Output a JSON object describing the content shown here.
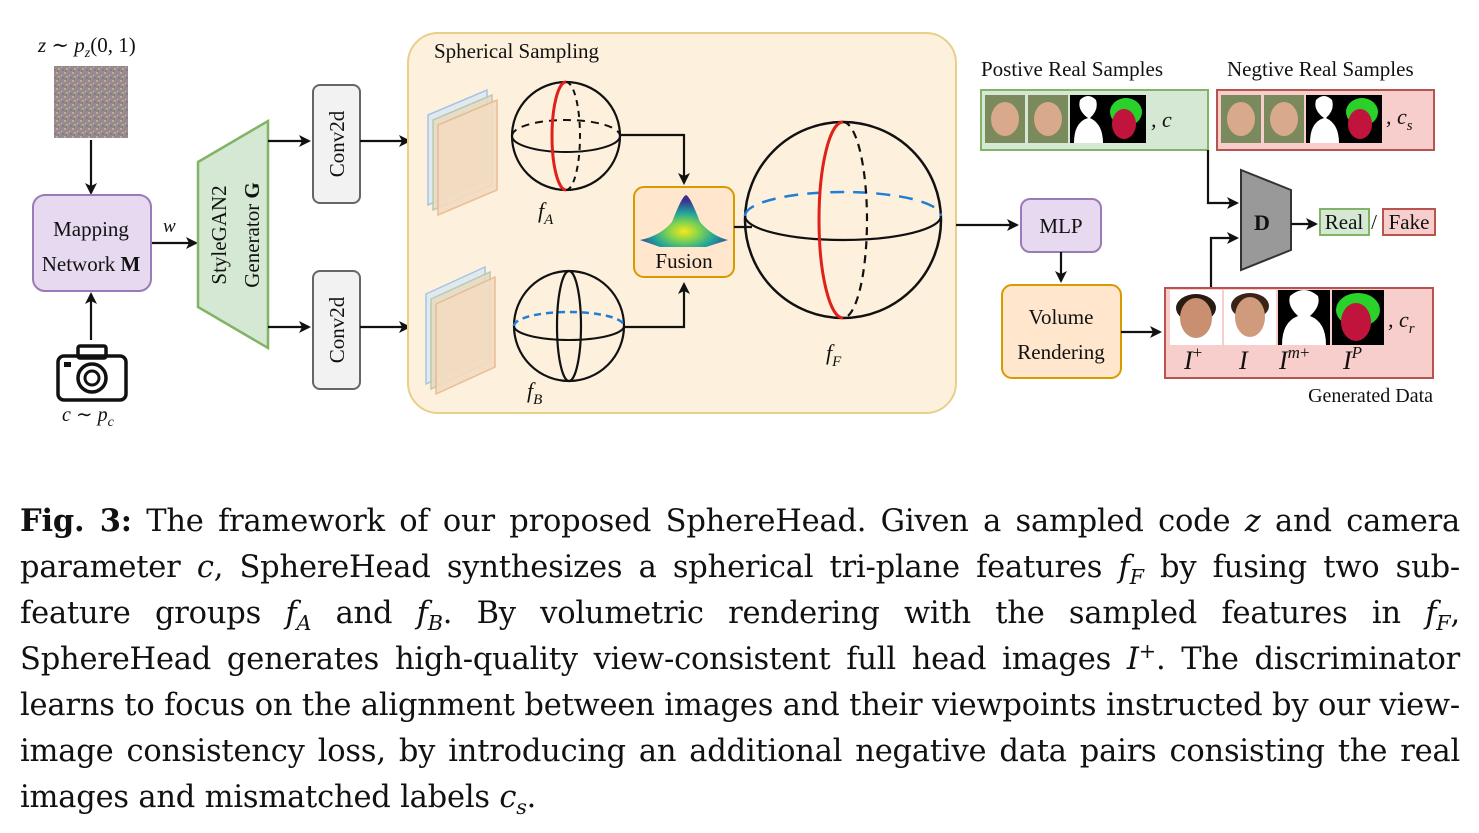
{
  "diagram": {
    "noise_label": "z ~ p_z(0,1)",
    "camera_label": "c ~ p_c",
    "mapping_line1": "Mapping",
    "mapping_line2": "Network M",
    "w_label": "w",
    "generator_line1": "StyleGAN2",
    "generator_line2": "Generator G",
    "conv_top": "Conv2d",
    "conv_bottom": "Conv2d",
    "spherical_sampling": "Spherical Sampling",
    "fA": "f_A",
    "fB": "f_B",
    "fusion": "Fusion",
    "fF": "f_F",
    "mlp": "MLP",
    "volume_line1": "Volume",
    "volume_line2": "Rendering",
    "positive_title": "Postive Real Samples",
    "negative_title": "Negtive Real Samples",
    "pos_cond": "c",
    "neg_cond": "c_s",
    "discriminator": "D",
    "real": "Real",
    "slash": "/",
    "fake": "Fake",
    "gen_labels": [
      "I+",
      "I",
      "Im+",
      "IP"
    ],
    "gen_cond": "c_r",
    "generated_data": "Generated Data"
  },
  "caption": {
    "label": "Fig. 3:",
    "text": "The framework of our proposed SphereHead. Given a sampled code z and camera parameter c, SphereHead synthesizes a spherical tri-plane features f_F by fusing two sub-feature groups f_A and f_B. By volumetric rendering with the sampled features in f_F, SphereHead generates high-quality view-consistent full head images I+. The discriminator learns to focus on the alignment between images and their viewpoints instructed by our view-image consistency loss, by introducing an additional negative data pairs consisting the real images and mismatched labels c_s."
  },
  "colors": {
    "purple_fill": "#e6d9f0",
    "purple_stroke": "#9b7bb5",
    "green_fill": "#d5e8d4",
    "green_stroke": "#82b366",
    "orange_fill": "#ffe6cc",
    "orange_stroke": "#d79b00",
    "sphere_panel_fill": "#fdf0dc",
    "sphere_panel_stroke": "#e8d08a",
    "red_fill": "#f8cecc",
    "red_stroke": "#b85450",
    "gray_fill": "#f2f2f2",
    "gray_stroke": "#666666",
    "disc_fill": "#999999",
    "red_line": "#e0201b",
    "blue_line": "#1f7fd8"
  }
}
